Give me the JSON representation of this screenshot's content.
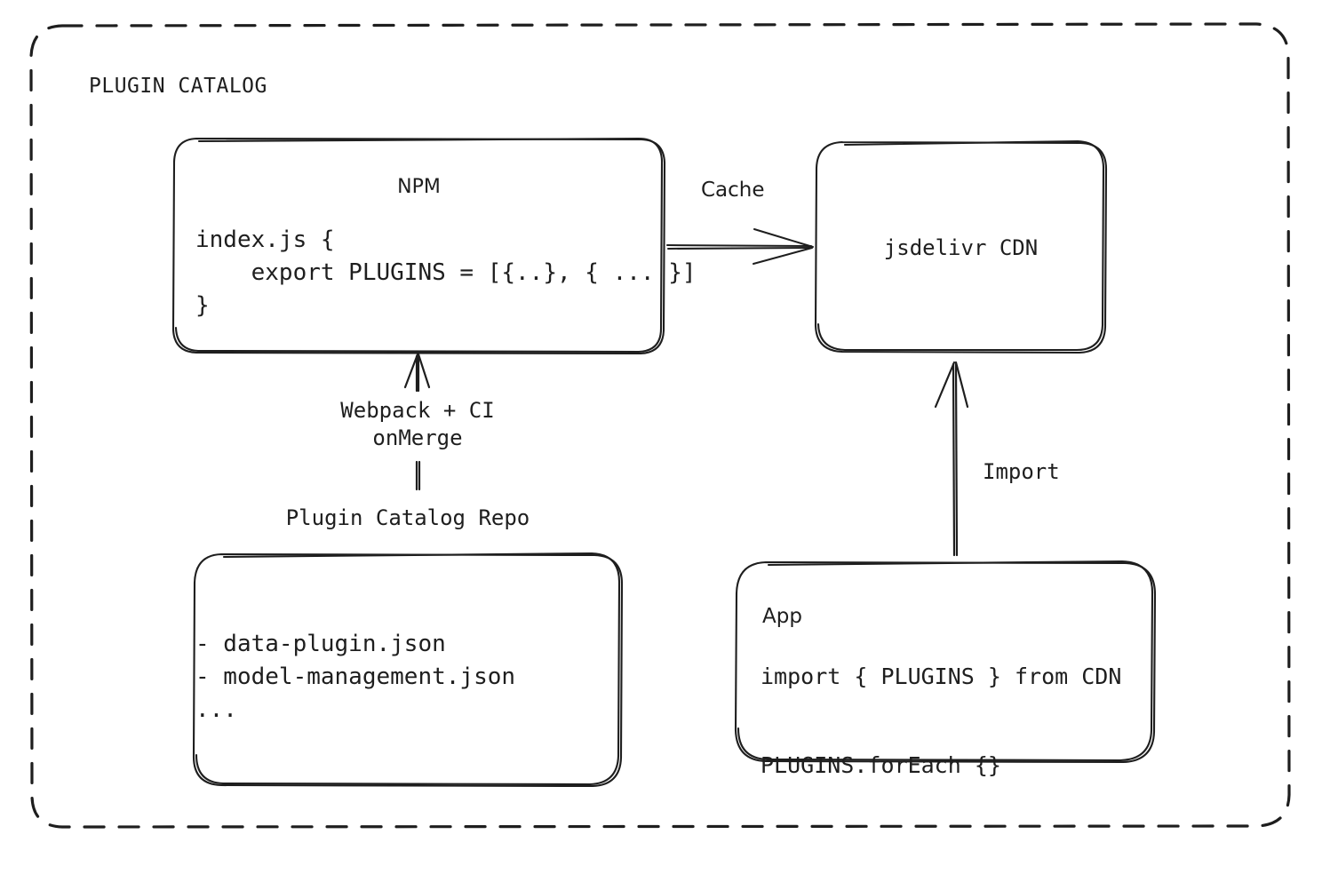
{
  "diagram": {
    "title": "PLUGIN CATALOG",
    "stroke_color": "#1e1e1e",
    "background_color": "#ffffff"
  },
  "nodes": {
    "npm": {
      "heading": "NPM",
      "code": "index.js {\n    export PLUGINS = [{..}, { ... }]\n}"
    },
    "cdn": {
      "label": "jsdelivr CDN"
    },
    "repo": {
      "title": "Plugin Catalog Repo",
      "code": "- data-plugin.json\n- model-management.json\n..."
    },
    "app": {
      "heading": "App",
      "code": "import { PLUGINS } from CDN\n\nPLUGINS.forEach {}"
    }
  },
  "edges": {
    "npm_to_cdn": {
      "label": "Cache"
    },
    "repo_to_npm": {
      "label": "Webpack + CI\nonMerge"
    },
    "app_to_cdn": {
      "label": "Import"
    }
  }
}
